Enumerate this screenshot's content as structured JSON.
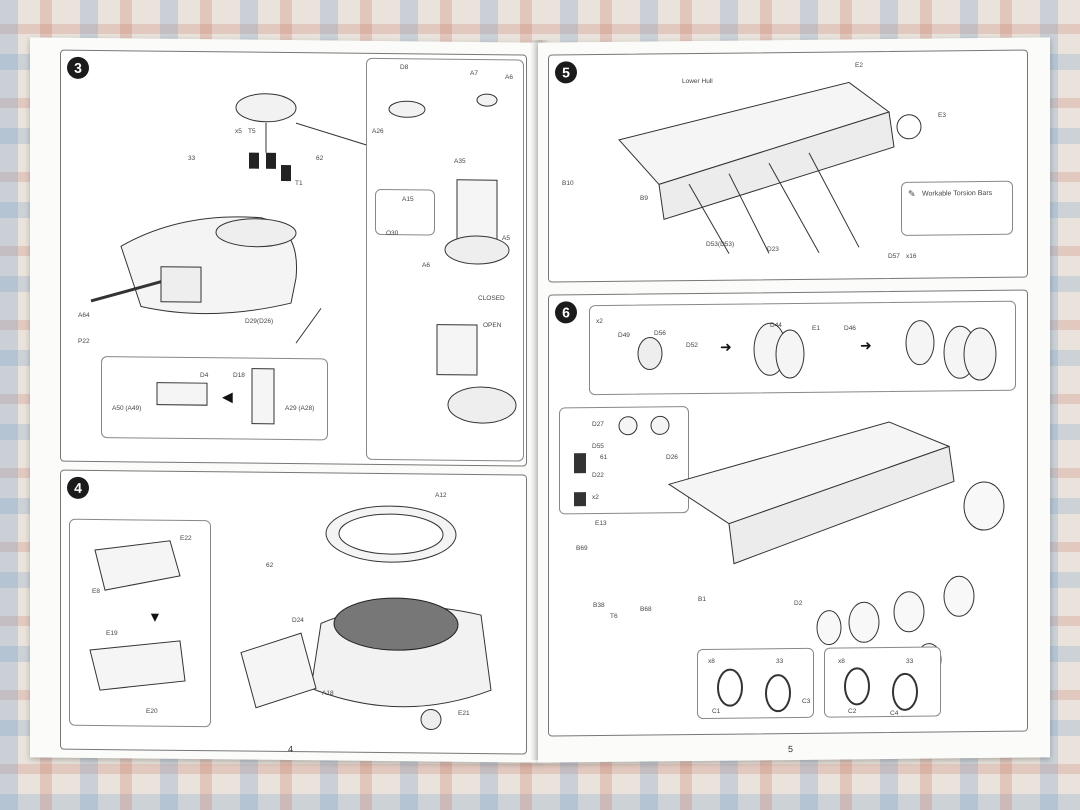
{
  "page_left": {
    "page_number": "4",
    "step3": {
      "number": "3",
      "labels": [
        "A26",
        "D8",
        "A7",
        "A6",
        "A35",
        "A15",
        "O30",
        "A6",
        "A5",
        "CLOSED",
        "OPEN",
        "x5",
        "T5",
        "33",
        "62",
        "T1",
        "A64",
        "P22",
        "D29(D26)",
        "D4",
        "D18",
        "A50 (A49)",
        "A29 (A28)"
      ]
    },
    "step4": {
      "number": "4",
      "labels": [
        "A12",
        "62",
        "D24",
        "A18",
        "E21",
        "E22",
        "E8",
        "E19",
        "E20"
      ]
    }
  },
  "page_right": {
    "page_number": "5",
    "step5": {
      "number": "5",
      "labels": [
        "Lower Hull",
        "E2",
        "E3",
        "B10",
        "B9",
        "D53(D53)",
        "D23",
        "D57",
        "x16"
      ],
      "callout": "Workable Torsion Bars"
    },
    "step6": {
      "number": "6",
      "labels": [
        "x2",
        "D49",
        "D56",
        "D52",
        "D44",
        "E1",
        "D46",
        "D27",
        "D55",
        "61",
        "D22",
        "D26",
        "x2",
        "E13",
        "B69",
        "B38",
        "T6",
        "B68",
        "B1",
        "D2",
        "x8",
        "33",
        "C1",
        "C3",
        "x8",
        "33",
        "C2",
        "C4"
      ]
    }
  },
  "icons": [
    "glue-icon",
    "arrow-right-icon",
    "arrow-down-icon",
    "warning-icon",
    "option-icon"
  ]
}
